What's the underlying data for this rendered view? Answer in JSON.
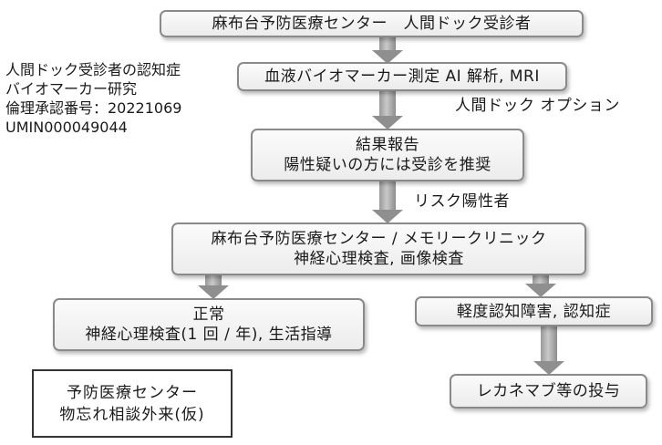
{
  "note": {
    "lines": [
      "人間ドック受診者の認知症",
      "バイオマーカー研究",
      "倫理承認番号：20221069",
      "UMIN000049044"
    ]
  },
  "boxes": {
    "start": {
      "lines": [
        "麻布台予防医療センター　人間ドック受診者"
      ]
    },
    "biomarker": {
      "lines": [
        "血液バイオマーカー測定 AI 解析, MRI"
      ]
    },
    "result": {
      "lines": [
        "結果報告",
        "陽性疑いの方には受診を推奨"
      ]
    },
    "clinic": {
      "lines": [
        "麻布台予防医療センター / メモリークリニック",
        "神経心理検査, 画像検査"
      ]
    },
    "normal": {
      "lines": [
        "正常",
        "神経心理検査(1 回 / 年), 生活指導"
      ]
    },
    "mci": {
      "lines": [
        "軽度認知障害, 認知症"
      ]
    },
    "lecanemab": {
      "lines": [
        "レカネマブ等の投与"
      ]
    },
    "outpatient": {
      "lines": [
        "予防医療センター",
        "物忘れ相談外来(仮)"
      ]
    }
  },
  "labels": {
    "option": "人間ドック オプション",
    "risk_positive": "リスク陽性者"
  },
  "arrows": [
    {
      "from": "start",
      "to": "biomarker"
    },
    {
      "from": "biomarker",
      "to": "result"
    },
    {
      "from": "result",
      "to": "clinic"
    },
    {
      "from": "clinic",
      "to": "normal"
    },
    {
      "from": "clinic",
      "to": "mci"
    },
    {
      "from": "mci",
      "to": "lecanemab"
    }
  ]
}
